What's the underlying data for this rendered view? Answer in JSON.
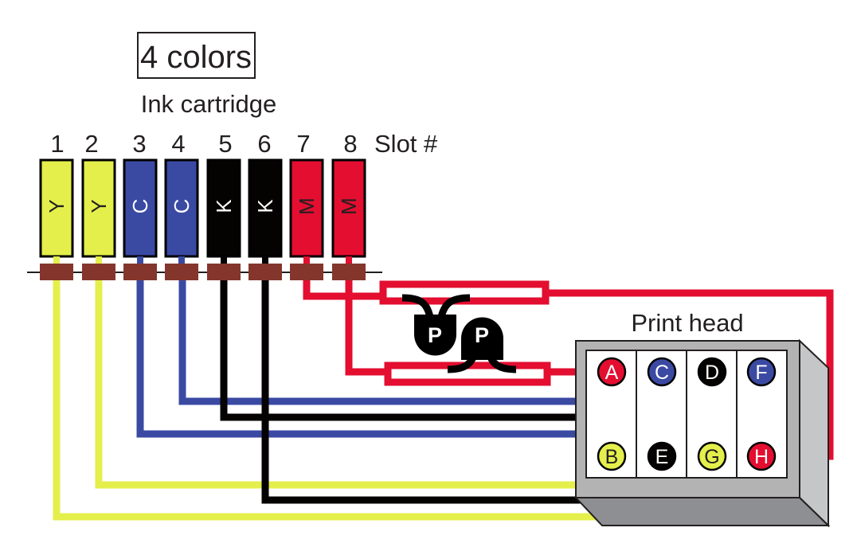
{
  "title_box": "4 colors",
  "cartridge_label": "Ink cartridge",
  "slot_header": "Slot #",
  "print_head_label": "Print head",
  "colors": {
    "yellow": "#e4ef4c",
    "cyan": "#3a4aa3",
    "black": "#050202",
    "magenta": "#e30e30",
    "connector": "#84362c",
    "head_front": "#b3b3b3",
    "head_side": "#c5c6c8",
    "head_bottom": "#8e8f92"
  },
  "slots": [
    {
      "number": "1",
      "ink": "Y",
      "color": "yellow",
      "nozzle": "G"
    },
    {
      "number": "2",
      "ink": "Y",
      "color": "yellow",
      "nozzle": "B"
    },
    {
      "number": "3",
      "ink": "C",
      "color": "cyan",
      "nozzle": "F"
    },
    {
      "number": "4",
      "ink": "C",
      "color": "cyan",
      "nozzle": "C"
    },
    {
      "number": "5",
      "ink": "K",
      "color": "black",
      "nozzle": "D"
    },
    {
      "number": "6",
      "ink": "K",
      "color": "black",
      "nozzle": "E"
    },
    {
      "number": "7",
      "ink": "M",
      "color": "magenta",
      "nozzle": "H"
    },
    {
      "number": "8",
      "ink": "M",
      "color": "magenta",
      "nozzle": "A"
    }
  ],
  "nozzles": [
    {
      "id": "A",
      "color": "magenta",
      "row": 0,
      "col": 0
    },
    {
      "id": "C",
      "color": "cyan",
      "row": 0,
      "col": 1
    },
    {
      "id": "D",
      "color": "black",
      "row": 0,
      "col": 2
    },
    {
      "id": "F",
      "color": "cyan",
      "row": 0,
      "col": 3
    },
    {
      "id": "B",
      "color": "yellow",
      "row": 1,
      "col": 0
    },
    {
      "id": "E",
      "color": "black",
      "row": 1,
      "col": 1
    },
    {
      "id": "G",
      "color": "yellow",
      "row": 1,
      "col": 2
    },
    {
      "id": "H",
      "color": "magenta",
      "row": 1,
      "col": 3
    }
  ],
  "pumps": [
    {
      "label": "P"
    },
    {
      "label": "P"
    }
  ]
}
